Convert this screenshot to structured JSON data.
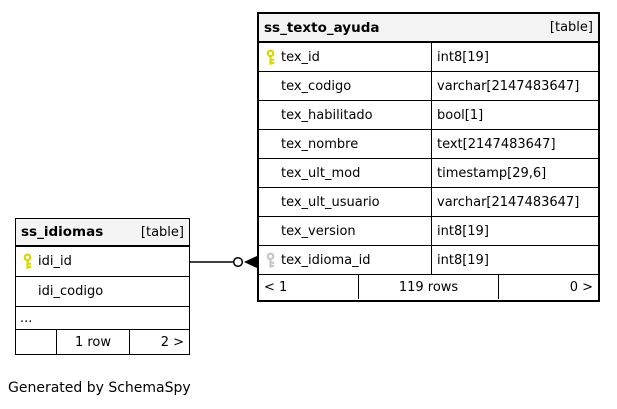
{
  "page": {
    "footer_note": "Generated by SchemaSpy"
  },
  "colors": {
    "header_bg": "#f4f4f4",
    "border": "#000000",
    "primary_key": "#d8d800",
    "foreign_key": "#c6c6c6"
  },
  "relationship": {
    "from_table": "ss_idiomas",
    "from_column": "idi_id",
    "to_table": "ss_texto_ayuda",
    "to_column": "tex_idioma_id"
  },
  "tables": [
    {
      "name": "ss_texto_ayuda",
      "badge": "[table]",
      "columns": [
        {
          "name": "tex_id",
          "type": "int8[19]",
          "key": "primary"
        },
        {
          "name": "tex_codigo",
          "type": "varchar[2147483647]",
          "key": "none"
        },
        {
          "name": "tex_habilitado",
          "type": "bool[1]",
          "key": "none"
        },
        {
          "name": "tex_nombre",
          "type": "text[2147483647]",
          "key": "none"
        },
        {
          "name": "tex_ult_mod",
          "type": "timestamp[29,6]",
          "key": "none"
        },
        {
          "name": "tex_ult_usuario",
          "type": "varchar[2147483647]",
          "key": "none"
        },
        {
          "name": "tex_version",
          "type": "int8[19]",
          "key": "none"
        },
        {
          "name": "tex_idioma_id",
          "type": "int8[19]",
          "key": "foreign"
        }
      ],
      "footer": {
        "left": "< 1",
        "center": "119 rows",
        "right": "0 >"
      }
    },
    {
      "name": "ss_idiomas",
      "badge": "[table]",
      "columns": [
        {
          "name": "idi_id",
          "key": "primary"
        },
        {
          "name": "idi_codigo",
          "key": "none"
        },
        {
          "name": "...",
          "key": "ellipsis"
        }
      ],
      "footer": {
        "left": "",
        "center": "1 row",
        "right": "2 >"
      }
    }
  ]
}
